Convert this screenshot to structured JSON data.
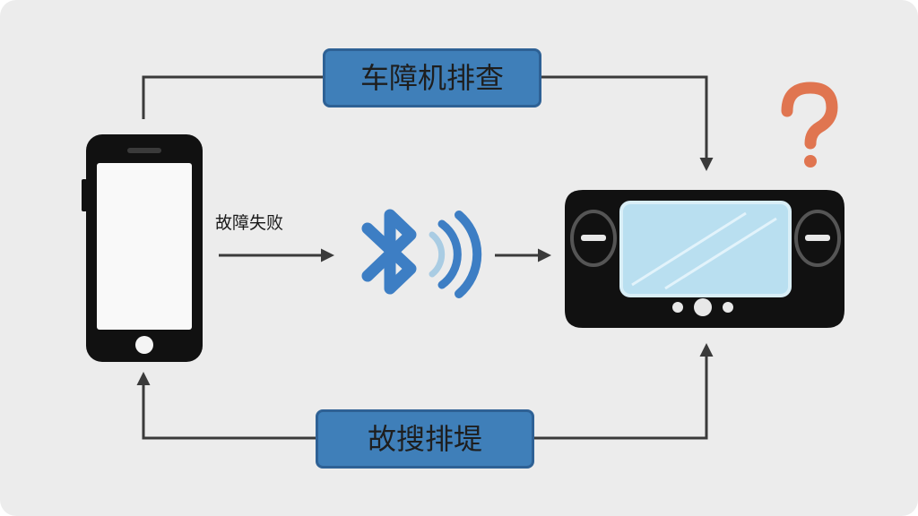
{
  "labels": {
    "top_pill": "车障机排查",
    "bottom_pill": "故搜排堤",
    "arrow_label": "故障失败"
  },
  "colors": {
    "background": "#ececec",
    "pill_fill": "#3f7fb9",
    "pill_border": "#2e6195",
    "arrow": "#3a3a3a",
    "bluetooth": "#3d7ec4",
    "question_mark": "#e07550",
    "screen": "#b9dff0",
    "device_body": "#111111"
  },
  "icons": [
    "smartphone-icon",
    "bluetooth-icon",
    "car-display-icon",
    "question-mark-icon"
  ]
}
